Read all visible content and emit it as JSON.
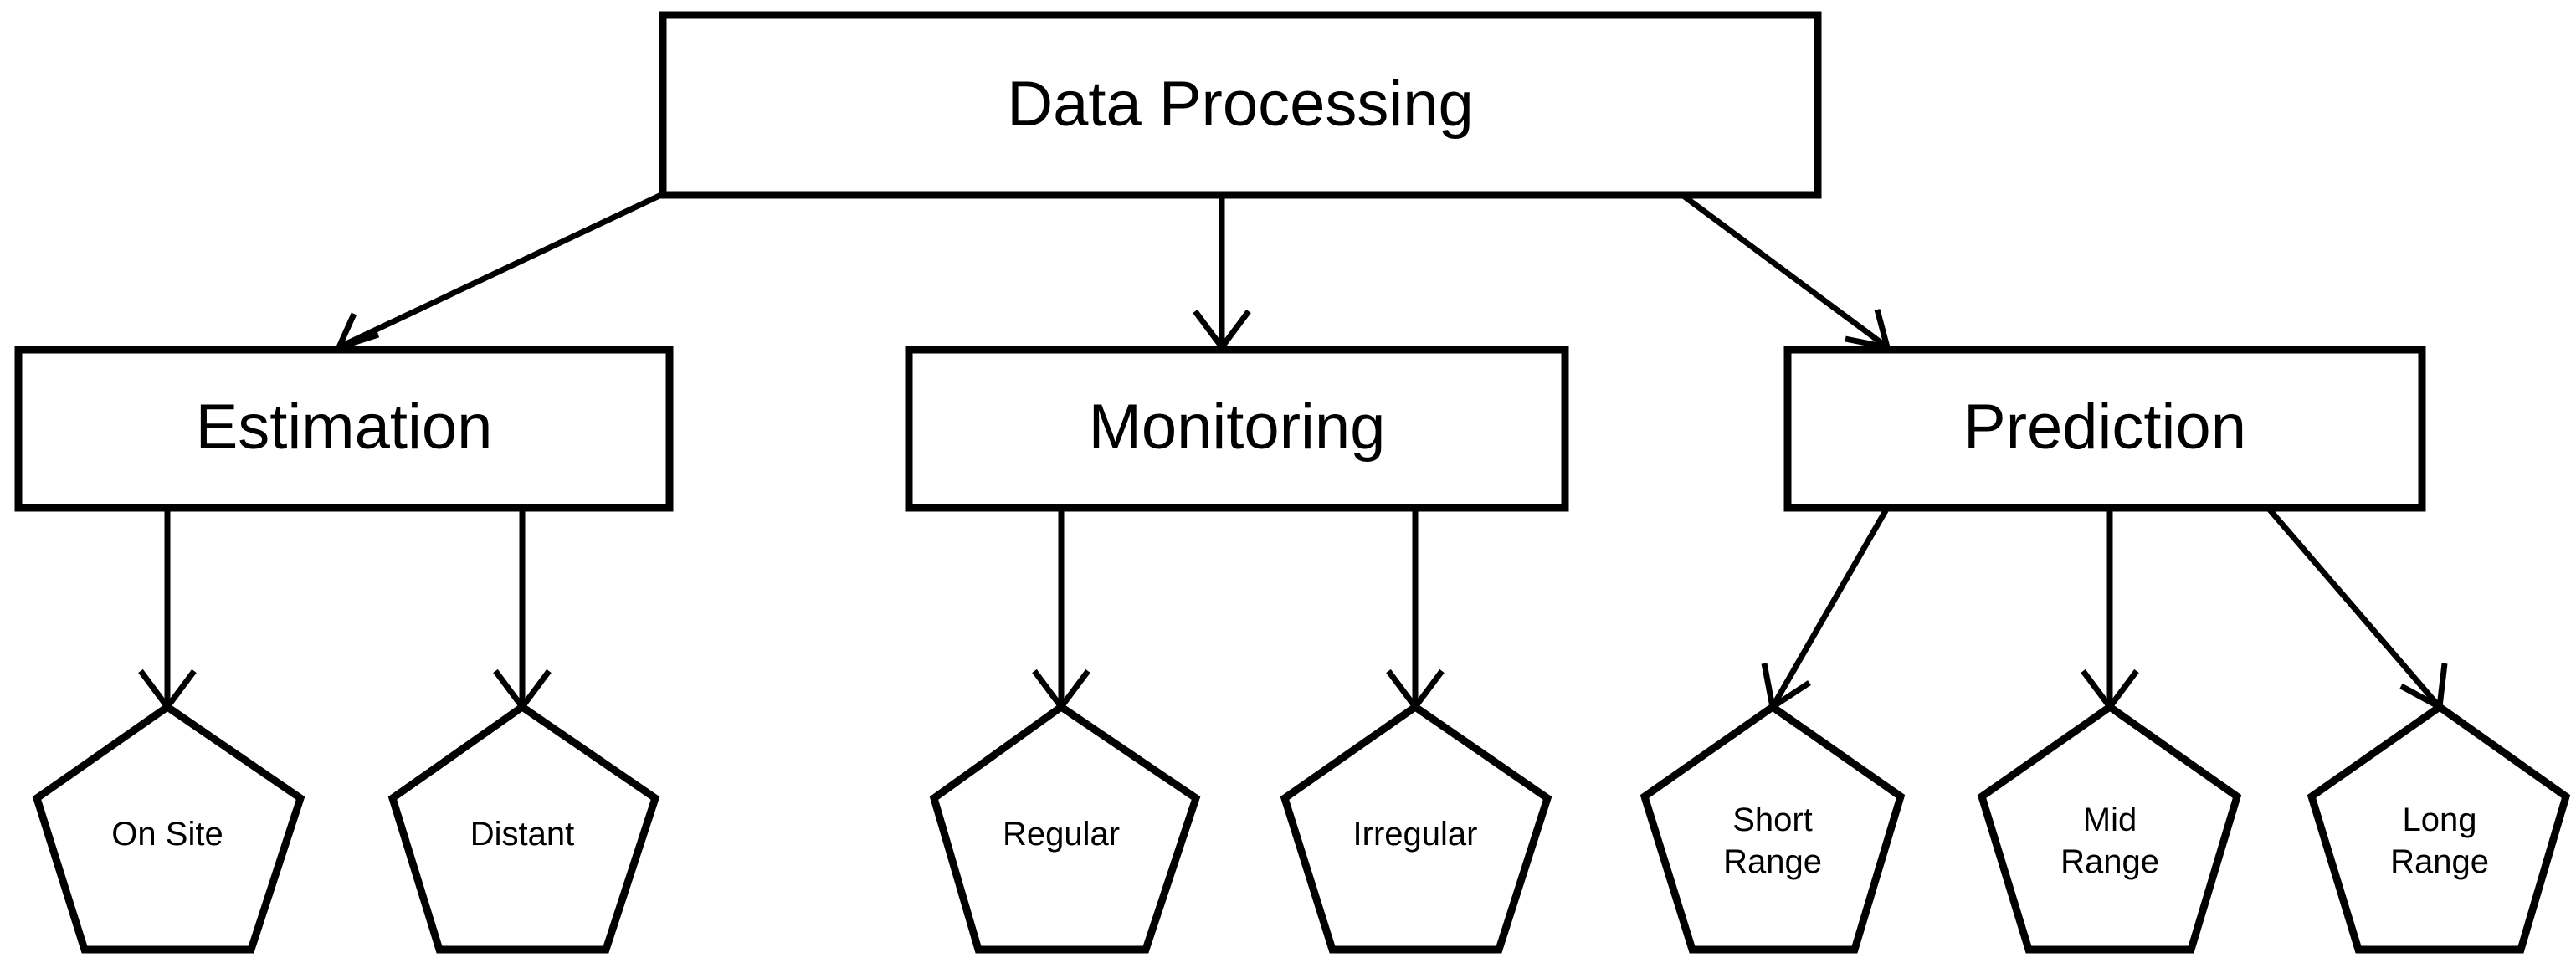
{
  "diagram": {
    "type": "hierarchy-tree",
    "orientation": "top-down",
    "background_color": "#ffffff",
    "stroke_color": "#000000",
    "fill_color": "#ffffff",
    "root": {
      "id": "data-processing",
      "label": "Data Processing",
      "shape": "rectangle"
    },
    "levels": [
      {
        "level": 1,
        "nodes": [
          {
            "id": "estimation",
            "label": "Estimation",
            "shape": "rectangle"
          },
          {
            "id": "monitoring",
            "label": "Monitoring",
            "shape": "rectangle"
          },
          {
            "id": "prediction",
            "label": "Prediction",
            "shape": "rectangle"
          }
        ]
      },
      {
        "level": 2,
        "nodes": [
          {
            "id": "on-site",
            "label": "On Site",
            "label_lines": [
              "On Site"
            ],
            "shape": "pentagon",
            "parent": "estimation"
          },
          {
            "id": "distant",
            "label": "Distant",
            "label_lines": [
              "Distant"
            ],
            "shape": "pentagon",
            "parent": "estimation"
          },
          {
            "id": "regular",
            "label": "Regular",
            "label_lines": [
              "Regular"
            ],
            "shape": "pentagon",
            "parent": "monitoring"
          },
          {
            "id": "irregular",
            "label": "Irregular",
            "label_lines": [
              "Irregular"
            ],
            "shape": "pentagon",
            "parent": "monitoring"
          },
          {
            "id": "short-range",
            "label": "Short Range",
            "label_lines": [
              "Short",
              "Range"
            ],
            "shape": "pentagon",
            "parent": "prediction"
          },
          {
            "id": "mid-range",
            "label": "Mid Range",
            "label_lines": [
              "Mid",
              "Range"
            ],
            "shape": "pentagon",
            "parent": "prediction"
          },
          {
            "id": "long-range",
            "label": "Long Range",
            "label_lines": [
              "Long",
              "Range"
            ],
            "shape": "pentagon",
            "parent": "prediction"
          }
        ]
      }
    ],
    "edges": [
      {
        "from": "data-processing",
        "to": "estimation",
        "style": "arrow"
      },
      {
        "from": "data-processing",
        "to": "monitoring",
        "style": "arrow"
      },
      {
        "from": "data-processing",
        "to": "prediction",
        "style": "arrow"
      },
      {
        "from": "estimation",
        "to": "on-site",
        "style": "arrow"
      },
      {
        "from": "estimation",
        "to": "distant",
        "style": "arrow"
      },
      {
        "from": "monitoring",
        "to": "regular",
        "style": "arrow"
      },
      {
        "from": "monitoring",
        "to": "irregular",
        "style": "arrow"
      },
      {
        "from": "prediction",
        "to": "short-range",
        "style": "arrow"
      },
      {
        "from": "prediction",
        "to": "mid-range",
        "style": "arrow"
      },
      {
        "from": "prediction",
        "to": "long-range",
        "style": "arrow"
      }
    ]
  },
  "labels": {
    "root": "Data Processing",
    "estimation": "Estimation",
    "monitoring": "Monitoring",
    "prediction": "Prediction",
    "on_site": "On Site",
    "distant": "Distant",
    "regular": "Regular",
    "irregular": "Irregular",
    "short_range_line1": "Short",
    "short_range_line2": "Range",
    "mid_range_line1": "Mid",
    "mid_range_line2": "Range",
    "long_range_line1": "Long",
    "long_range_line2": "Range"
  }
}
